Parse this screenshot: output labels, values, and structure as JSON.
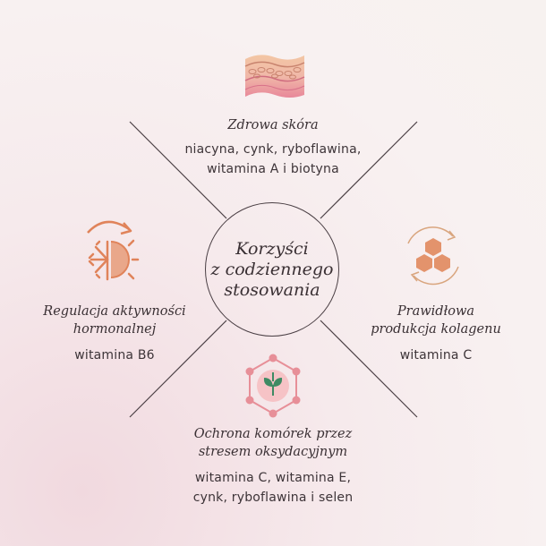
{
  "center": {
    "label": "Korzyści\nz codziennego\nstosowania"
  },
  "benefits": [
    {
      "id": "skin",
      "icon": "skin-layers-icon",
      "title": "Zdrowa skóra",
      "description": "niacyna, cynk, ryboflawina,\nwitamina A i biotyna"
    },
    {
      "id": "hormones",
      "icon": "hormone-cycle-icon",
      "title": "Regulacja aktywności\nhormonalnej",
      "description": "witamina B6"
    },
    {
      "id": "collagen",
      "icon": "hexagon-collagen-icon",
      "title": "Prawidłowa\nprodukcja kolagenu",
      "description": "witamina C"
    },
    {
      "id": "oxidative",
      "icon": "molecule-leaf-icon",
      "title": "Ochrona komórek przez\nstresem oksydacyjnym",
      "description": "witamina C, witamina E,\ncynk, ryboflawina i selen"
    }
  ],
  "colors": {
    "line": "#4a3f44",
    "accent_orange": "#e0835a",
    "accent_pink": "#e78f98",
    "leaf_green": "#3f8a63"
  }
}
